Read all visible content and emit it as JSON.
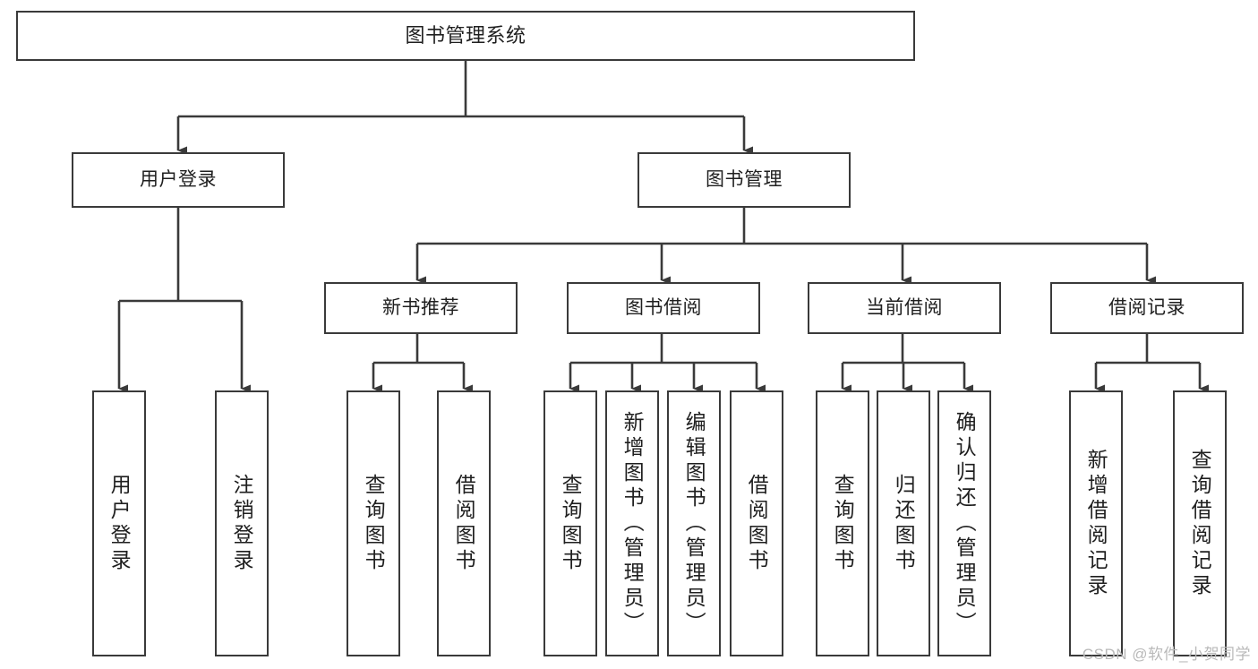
{
  "diagram": {
    "title": "图书管理系统",
    "type": "tree-hierarchy-chart",
    "watermark": "CSDN @软件_小贺同学",
    "colors": {
      "background": "#ffffff",
      "box_border": "#3a3a3a",
      "box_fill": "#ffffff",
      "connector": "#3a3a3a",
      "text": "#1f1f1f",
      "watermark": "#b9b9b9"
    },
    "nodes": {
      "root": {
        "id": "root",
        "label": "图书管理系统",
        "level": 0
      },
      "l1": [
        {
          "id": "user-login",
          "label": "用户登录",
          "level": 1
        },
        {
          "id": "book-manage",
          "label": "图书管理",
          "level": 1
        }
      ],
      "l2": [
        {
          "id": "new-book-recommend",
          "label": "新书推荐",
          "level": 2
        },
        {
          "id": "book-borrow",
          "label": "图书借阅",
          "level": 2
        },
        {
          "id": "current-borrow",
          "label": "当前借阅",
          "level": 2
        },
        {
          "id": "borrow-record",
          "label": "借阅记录",
          "level": 2
        }
      ],
      "leaves": {
        "user_login": [
          {
            "id": "leaf-user-login",
            "label": "用户登录"
          },
          {
            "id": "leaf-logout-login",
            "label": "注销登录"
          }
        ],
        "new_book_recommend": [
          {
            "id": "leaf-query-book-1",
            "label": "查询图书"
          },
          {
            "id": "leaf-borrow-book-1",
            "label": "借阅图书"
          }
        ],
        "book_borrow": [
          {
            "id": "leaf-query-book-2",
            "label": "查询图书"
          },
          {
            "id": "leaf-add-book",
            "label": "新增图书（管理员）"
          },
          {
            "id": "leaf-edit-book",
            "label": "编辑图书（管理员）"
          },
          {
            "id": "leaf-borrow-book-2",
            "label": "借阅图书"
          }
        ],
        "current_borrow": [
          {
            "id": "leaf-query-book-3",
            "label": "查询图书"
          },
          {
            "id": "leaf-return-book",
            "label": "归还图书"
          },
          {
            "id": "leaf-confirm-return",
            "label": "确认归还（管理员）"
          }
        ],
        "borrow_record": [
          {
            "id": "leaf-add-record",
            "label": "新增借阅记录"
          },
          {
            "id": "leaf-query-record",
            "label": "查询借阅记录"
          }
        ]
      }
    }
  }
}
